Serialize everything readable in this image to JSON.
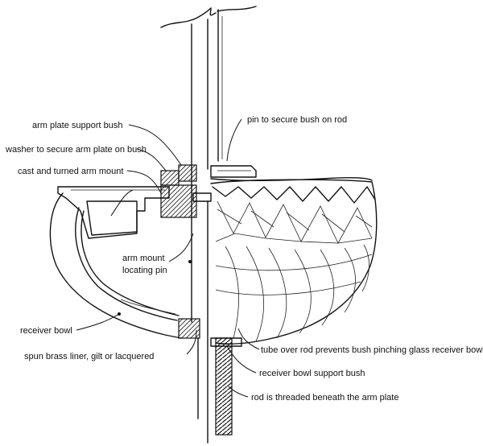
{
  "labels": {
    "arm_plate_support_bush": "arm plate support bush",
    "washer": "washer to secure arm plate on bush",
    "cast_turned_arm_mount": "cast and turned arm mount",
    "pin_secure_bush": "pin to secure bush on rod",
    "arm_mount_locating_pin_1": "arm mount",
    "arm_mount_locating_pin_2": "locating pin",
    "receiver_bowl": "receiver bowl",
    "spun_brass_liner": "spun brass liner, gilt or lacquered",
    "tube_over_rod": "tube over rod prevents bush pinching glass receiver bowl",
    "receiver_bowl_support_bush": "receiver bowl support bush",
    "rod_threaded": "rod is threaded beneath the arm plate"
  }
}
